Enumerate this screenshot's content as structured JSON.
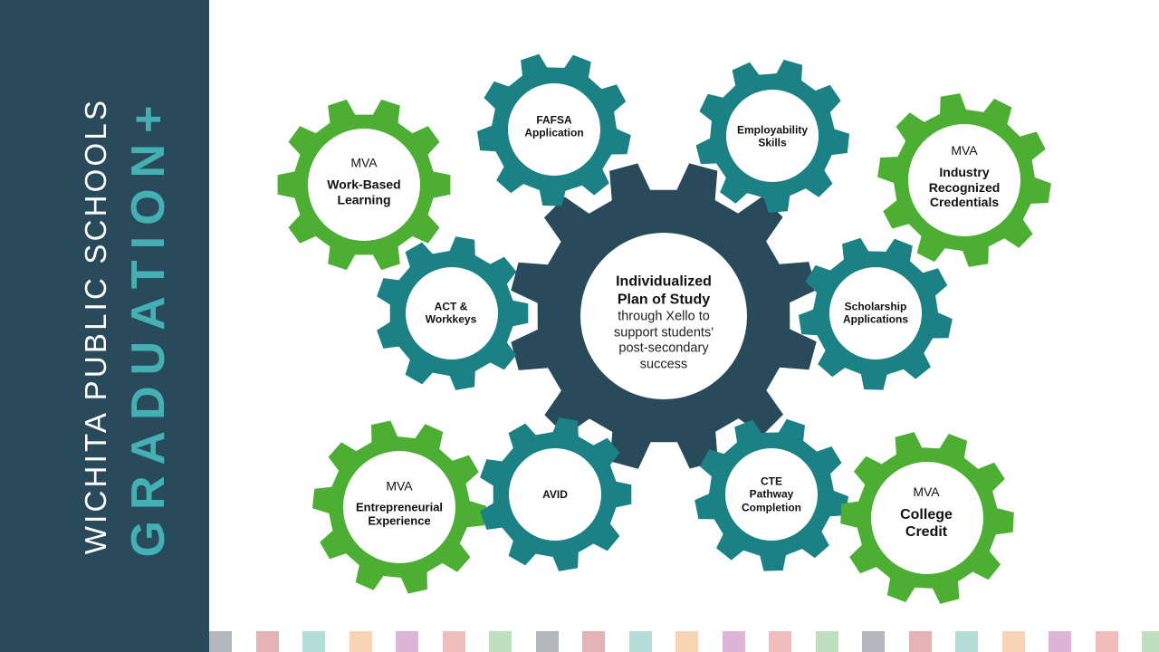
{
  "sidebar": {
    "org_name": "WICHITA PUBLIC SCHOOLS",
    "brand_title": "GRADUATION+"
  },
  "colors": {
    "sidebar_bg": "#294a5b",
    "brand_accent": "#45b0b3",
    "gear_green": "#4cae33",
    "gear_teal": "#1c8184",
    "gear_center": "#294a5b",
    "gear_hub": "#ffffff"
  },
  "center_gear": {
    "title": "Individualized\nPlan of Study",
    "subtitle": "through Xello to\nsupport students'\npost-secondary\nsuccess"
  },
  "gears": [
    {
      "id": "work-based-learning",
      "tag": "MVA",
      "label": "Work-Based\nLearning",
      "color": "green"
    },
    {
      "id": "fafsa-application",
      "tag": "",
      "label": "FAFSA\nApplication",
      "color": "teal"
    },
    {
      "id": "employability-skills",
      "tag": "",
      "label": "Employability\nSkills",
      "color": "teal"
    },
    {
      "id": "industry-recognized-credentials",
      "tag": "MVA",
      "label": "Industry\nRecognized\nCredentials",
      "color": "green"
    },
    {
      "id": "act-workkeys",
      "tag": "",
      "label": "ACT &\nWorkkeys",
      "color": "teal"
    },
    {
      "id": "scholarship-applications",
      "tag": "",
      "label": "Scholarship\nApplications",
      "color": "teal"
    },
    {
      "id": "entrepreneurial-experience",
      "tag": "MVA",
      "label": "Entrepreneurial\nExperience",
      "color": "green"
    },
    {
      "id": "avid",
      "tag": "",
      "label": "AVID",
      "color": "teal"
    },
    {
      "id": "cte-pathway-completion",
      "tag": "",
      "label": "CTE\nPathway\nCompletion",
      "color": "teal"
    },
    {
      "id": "college-credit",
      "tag": "MVA",
      "label": "College\nCredit",
      "color": "green"
    }
  ],
  "stripe_colors": [
    "#a5abb0",
    "#dfa6a9",
    "#a9d6d4",
    "#f6cda6",
    "#d6a8d0",
    "#ebb1b0",
    "#b3dbb4",
    "#a7abb0",
    "#dfa6a9",
    "#a9d6d4",
    "#f6cda6",
    "#d6a8d0",
    "#ebb1b0",
    "#b3dbb4",
    "#a7abb0",
    "#dfa6a9",
    "#a9d6d4",
    "#f6cda6",
    "#d6a8d0",
    "#ebb1b0",
    "#b3dbb4"
  ]
}
